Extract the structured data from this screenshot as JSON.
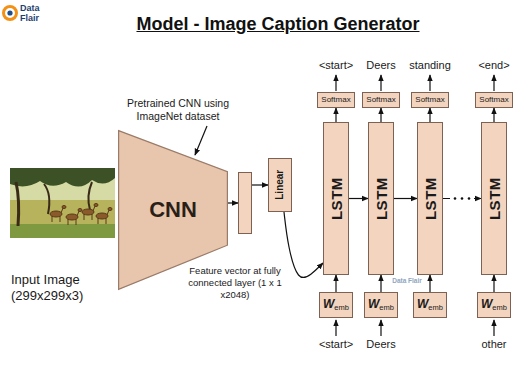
{
  "diagram": {
    "title": "Model - Image Caption Generator",
    "nodes": [
      {
        "text": [
          "Input Image (299x299x3)"
        ]
      },
      {
        "text": [
          "CNN"
        ]
      },
      {
        "text": [
          "Feature vector at fully connected layer (1 x 1 x2048)"
        ]
      },
      {
        "text": [
          "Linear"
        ]
      },
      {
        "text": [
          "Softmax"
        ]
      },
      {
        "text": [
          "LSTM"
        ]
      },
      {
        "text": [
          "W",
          "emb"
        ]
      },
      {
        "text": [
          "Softmax"
        ]
      },
      {
        "text": [
          "LSTM"
        ]
      },
      {
        "text": [
          "W",
          "emb"
        ]
      },
      {
        "text": [
          "Softmax"
        ]
      },
      {
        "text": [
          "LSTM"
        ]
      },
      {
        "text": [
          "W",
          "emb"
        ]
      },
      {
        "text": [
          "Softmax"
        ]
      },
      {
        "text": [
          "LSTM"
        ]
      },
      {
        "text": [
          "W",
          "emb"
        ]
      }
    ],
    "edges": [
      {
        "from": 1,
        "to": 2,
        "arrow": "to"
      },
      {
        "from": 2,
        "to": 3,
        "arrow": "to"
      },
      {
        "from": 3,
        "to": 5,
        "arrow": "to"
      },
      {
        "from": 5,
        "to": 4,
        "arrow": "to"
      },
      {
        "from": 6,
        "to": 5,
        "arrow": "to"
      },
      {
        "from": 8,
        "to": 7,
        "arrow": "to"
      },
      {
        "from": 9,
        "to": 8,
        "arrow": "to"
      },
      {
        "from": 11,
        "to": 10,
        "arrow": "to"
      },
      {
        "from": 12,
        "to": 11,
        "arrow": "to"
      },
      {
        "from": 14,
        "to": 13,
        "arrow": "to"
      },
      {
        "from": 15,
        "to": 14,
        "arrow": "to"
      },
      {
        "from": 5,
        "to": 8,
        "arrow": "to"
      },
      {
        "from": 8,
        "to": 11,
        "arrow": "to"
      },
      {
        "from": 11,
        "to": 14,
        "arrow": "to"
      }
    ],
    "labels": [
      "Data",
      "Flair",
      "Pretrained CNN using ImageNet dataset",
      "<start>",
      "Deers",
      "standing",
      "<end>",
      "<start>",
      "Deers",
      "other",
      "Data Flair"
    ]
  }
}
